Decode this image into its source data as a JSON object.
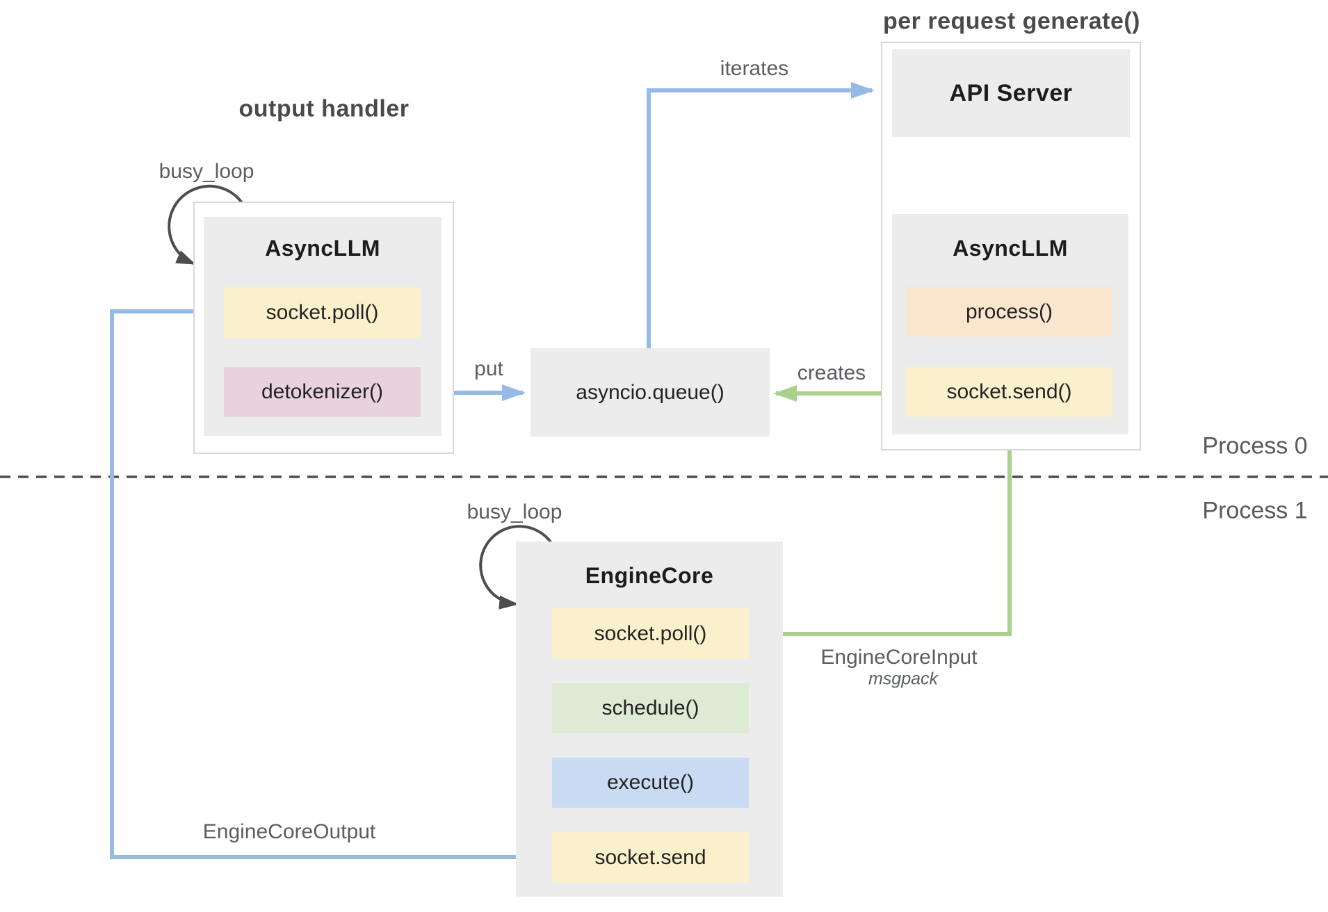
{
  "titles": {
    "output_handler": "output handler",
    "per_request_generate": "per request generate()"
  },
  "process_boundary": {
    "process0": "Process 0",
    "process1": "Process 1"
  },
  "output_handler_group": {
    "loop_label": "busy_loop",
    "component": "AsyncLLM",
    "methods": [
      {
        "label": "socket.poll()"
      },
      {
        "label": "detokenizer()"
      }
    ]
  },
  "queue": {
    "label": "asyncio.queue()"
  },
  "generate_group": {
    "api_server": "API Server",
    "component": "AsyncLLM",
    "methods": [
      {
        "label": "process()"
      },
      {
        "label": "socket.send()"
      }
    ]
  },
  "engine_group": {
    "loop_label": "busy_loop",
    "component": "EngineCore",
    "methods": [
      {
        "label": "socket.poll()"
      },
      {
        "label": "schedule()"
      },
      {
        "label": "execute()"
      },
      {
        "label": "socket.send"
      }
    ]
  },
  "edge_labels": {
    "put": "put",
    "iterates": "iterates",
    "creates": "creates",
    "engine_core_input": "EngineCoreInput",
    "engine_core_input_format": "msgpack",
    "engine_core_output": "EngineCoreOutput"
  },
  "colors": {
    "panel_gray": "#ececec",
    "method_yellow": "#faf0cb",
    "method_pink": "#e8d3dd",
    "method_orange": "#fae6ce",
    "method_green": "#deebd4",
    "method_blue": "#c9daf3",
    "arrow_blue": "#94bae5",
    "arrow_green": "#a9d18e",
    "arc_dark": "#4d4d4d",
    "label_gray": "#5a5e63",
    "heading_dark": "#1c1c1c",
    "title_gray": "#4a4a4a",
    "outer_border": "#d8d8d8"
  }
}
